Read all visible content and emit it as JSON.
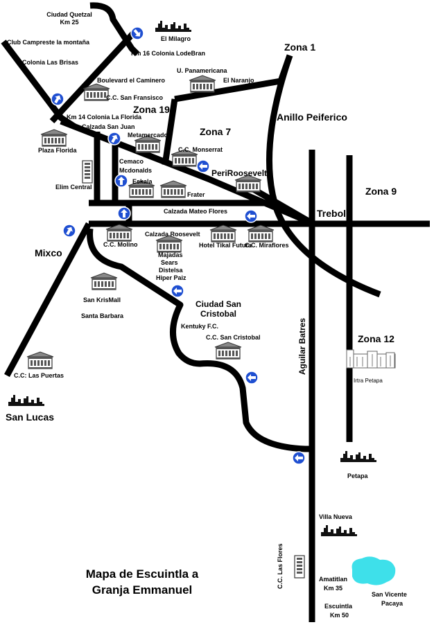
{
  "title": {
    "line1": "Mapa de Escuintla a",
    "line2": "Granja Emmanuel"
  },
  "colors": {
    "road": "#000000",
    "lake": "#3ee0ea",
    "arrow_fill": "#1f4fd1",
    "building": "#555555"
  },
  "labels": {
    "ciudad_quetzal": "Ciudad Quetzal",
    "km25": "Km 25",
    "el_milagro": "El Milagro",
    "club_campreste": "Club Campreste la montaña",
    "km16": "Km 16 Colonia LodeBran",
    "colonia_brisas": "Colonia Las Brisas",
    "zona1": "Zona 1",
    "u_panamericana": "U. Panamericana",
    "el_naranjo": "El Naranjo",
    "boulevard_caminero": "Boulevard el Caminero",
    "cc_san_fransisco": "C.C. San Fransisco",
    "zona19": "Zona 19",
    "anillo": "Anillo Peiferico",
    "km14": "Km 14 Colonia La Florida",
    "calzada_san_juan": "Calzada San Juan",
    "metamercado": "Metamercado",
    "zona7": "Zona 7",
    "plaza_florida": "Plaza Florida",
    "cc_monserrat": "C.C. Monserrat",
    "cemaco": "Cemaco",
    "mcdonalds": "Mcdonalds",
    "peri_roosevelt": "PeriRoosevelt",
    "elim_central": "Elim Central",
    "eskala": "Eskala",
    "frater": "Frater",
    "zona9": "Zona 9",
    "calzada_mateo": "Calzada Mateo Flores",
    "trebol": "Trebol",
    "mixco": "Mixco",
    "calzada_roosevelt": "Calzada Roosevelt",
    "cc_molino": "C.C. Molino",
    "hotel_tikal": "Hotel Tikal Futura",
    "cc_miraflores": "C.C. Miraflores",
    "majadas": "Majadas",
    "sears": "Sears",
    "distelsa": "Distelsa",
    "hiper_paiz": "Hiper Paiz",
    "san_krismall": "San KrisMall",
    "ciudad_san_cristobal_1": "Ciudad San",
    "ciudad_san_cristobal_2": "Cristobal",
    "santa_barbara": "Santa Barbara",
    "kentuky": "Kentuky F.C.",
    "cc_san_cristobal": "C.C. San Cristobal",
    "zona12": "Zona 12",
    "aguilar_batres": "Aguilar Batres",
    "irtra_petapa": "Irtra Petapa",
    "cc_las_puertas": "C.C: Las Puertas",
    "san_lucas": "San Lucas",
    "petapa": "Petapa",
    "villa_nueva": "Villa Nueva",
    "cc_las_flores": "C.C. Las Flores",
    "amatitlan": "Amatitlan",
    "km35": "Km 35",
    "san_vicente": "San Vicente",
    "pacaya": "Pacaya",
    "escuintla": "Escuintla",
    "km50": "Km 50"
  },
  "icons": {
    "building": "building-icon",
    "skyline": "city-skyline-icon",
    "arrow": "direction-arrow-icon",
    "lake": "lake-icon"
  }
}
